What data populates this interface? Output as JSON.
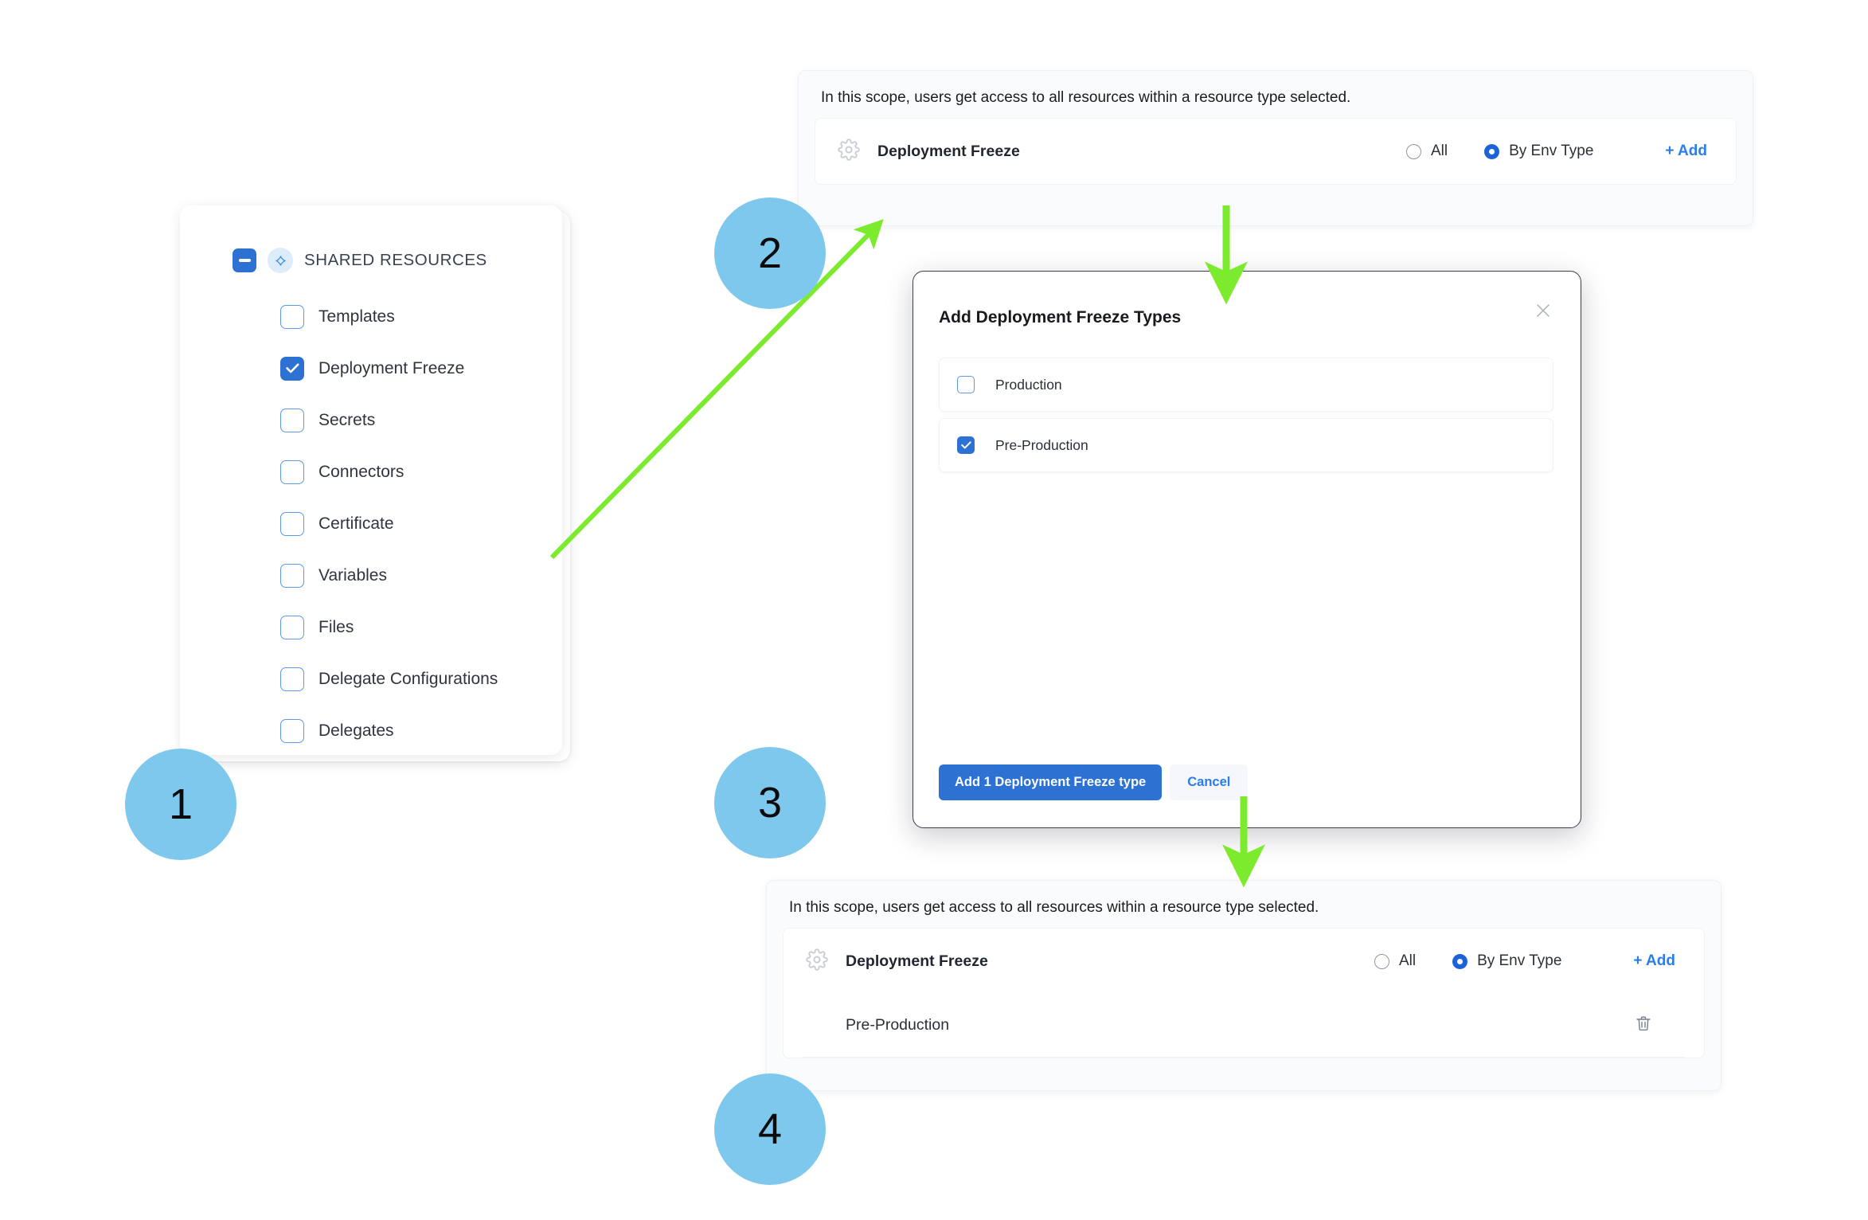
{
  "colors": {
    "badge": "#7ec8ee",
    "arrow": "#7ceb2e",
    "accent_blue": "#2d72d2",
    "link_blue": "#2b7de9",
    "panel_bg": "#f9fbfd"
  },
  "steps": [
    {
      "number": "1"
    },
    {
      "number": "2"
    },
    {
      "number": "3"
    },
    {
      "number": "4"
    }
  ],
  "resource_card": {
    "header_label": "SHARED RESOURCES",
    "header_state": "indeterminate",
    "items": [
      {
        "label": "Templates",
        "checked": false
      },
      {
        "label": "Deployment Freeze",
        "checked": true
      },
      {
        "label": "Secrets",
        "checked": false
      },
      {
        "label": "Connectors",
        "checked": false
      },
      {
        "label": "Certificate",
        "checked": false
      },
      {
        "label": "Variables",
        "checked": false
      },
      {
        "label": "Files",
        "checked": false
      },
      {
        "label": "Delegate Configurations",
        "checked": false
      },
      {
        "label": "Delegates",
        "checked": false
      }
    ]
  },
  "scope_panel_top": {
    "description": "In this scope, users get access to all resources within a resource type selected.",
    "resource_name": "Deployment Freeze",
    "radio_all_label": "All",
    "radio_env_label": "By Env Type",
    "radio_selected": "By Env Type",
    "add_label": "+ Add",
    "values": []
  },
  "modal": {
    "title": "Add Deployment Freeze Types",
    "close_label": "×",
    "options": [
      {
        "label": "Production",
        "checked": false
      },
      {
        "label": "Pre-Production",
        "checked": true
      }
    ],
    "primary_button": "Add 1 Deployment Freeze type",
    "secondary_button": "Cancel"
  },
  "scope_panel_bottom": {
    "description": "In this scope, users get access to all resources within a resource type selected.",
    "resource_name": "Deployment Freeze",
    "radio_all_label": "All",
    "radio_env_label": "By Env Type",
    "radio_selected": "By Env Type",
    "add_label": "+ Add",
    "values": [
      {
        "label": "Pre-Production"
      }
    ]
  },
  "icons": {
    "gear": "gear-icon",
    "node": "node-diamond-icon",
    "trash": "trash-icon",
    "close": "close-icon"
  }
}
